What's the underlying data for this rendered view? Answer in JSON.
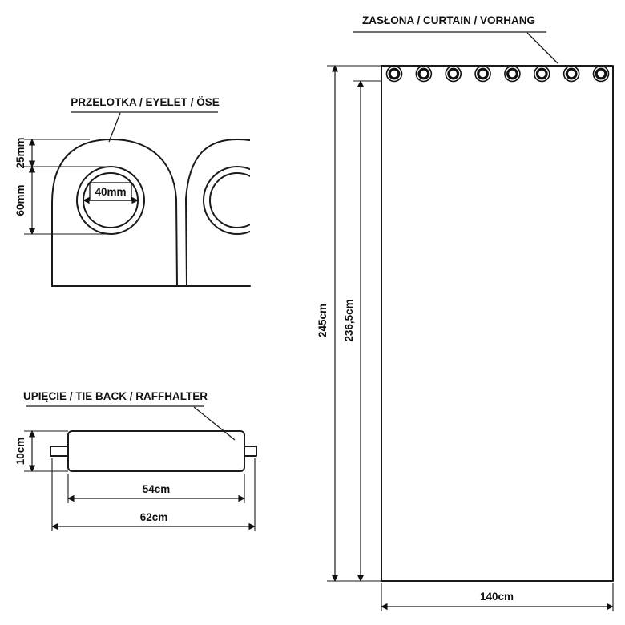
{
  "eyelet_detail": {
    "label": "PRZELOTKA / EYELET / ÖSE",
    "dim_top_offset": "25mm",
    "dim_outer_height": "60mm",
    "dim_inner_diameter": "40mm"
  },
  "tieback_detail": {
    "label": "UPIĘCIE / TIE BACK / RAFFHALTER",
    "dim_height": "10cm",
    "dim_inner_width": "54cm",
    "dim_outer_width": "62cm"
  },
  "curtain": {
    "label": "ZASŁONA / CURTAIN / VORHANG",
    "dim_total_height": "245cm",
    "dim_fabric_height": "236,5cm",
    "dim_width": "140cm",
    "eyelet_count": 8
  }
}
